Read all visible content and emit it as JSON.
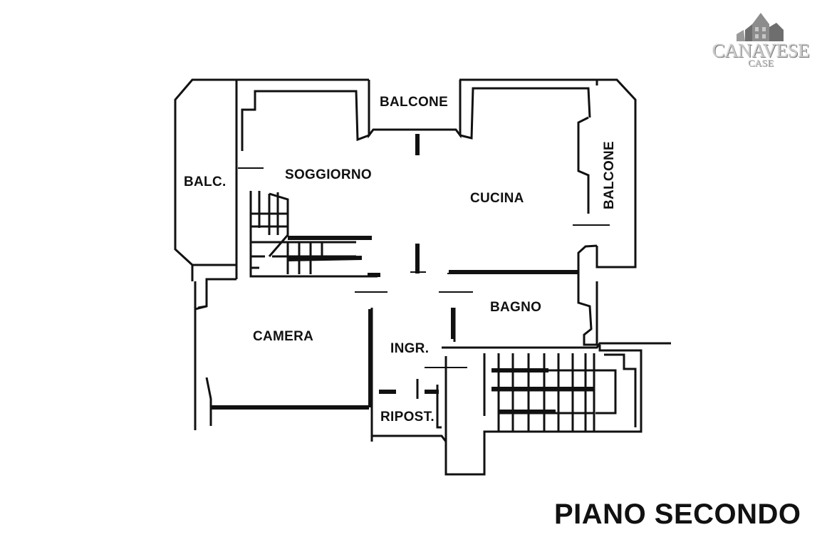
{
  "logo": {
    "brand": "CANAVESE",
    "sub": "CASE"
  },
  "rooms": {
    "balcone_top": "BALCONE",
    "soggiorno": "SOGGIORNO",
    "cucina": "CUCINA",
    "balc_left": "BALC.",
    "balcone_right": "BALCONE",
    "bagno": "BAGNO",
    "camera": "CAMERA",
    "ingr": "INGR.",
    "ripost": "RIPOST."
  },
  "title": "PIANO SECONDO",
  "colors": {
    "wall": "#111111",
    "logo": "#c9c9c9"
  }
}
